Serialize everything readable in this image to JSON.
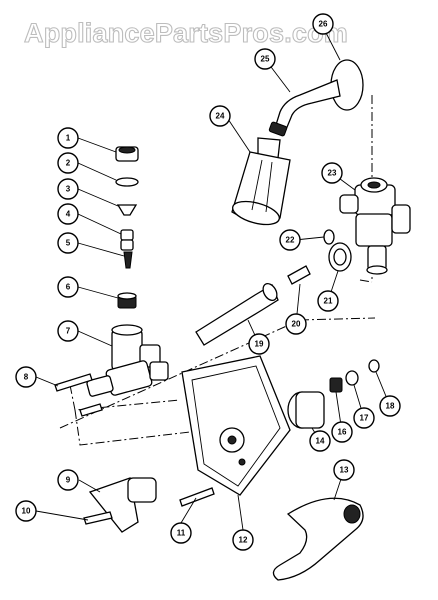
{
  "watermark": "AppliancePartsPros.com",
  "callouts": [
    {
      "label": "1"
    },
    {
      "label": "2"
    },
    {
      "label": "3"
    },
    {
      "label": "4"
    },
    {
      "label": "5"
    },
    {
      "label": "6"
    },
    {
      "label": "7"
    },
    {
      "label": "8"
    },
    {
      "label": "9"
    },
    {
      "label": "10"
    },
    {
      "label": "11"
    },
    {
      "label": "12"
    },
    {
      "label": "13"
    },
    {
      "label": "14"
    },
    {
      "label": "16"
    },
    {
      "label": "17"
    },
    {
      "label": "18"
    },
    {
      "label": "19"
    },
    {
      "label": "20"
    },
    {
      "label": "21"
    },
    {
      "label": "22"
    },
    {
      "label": "23"
    },
    {
      "label": "24"
    },
    {
      "label": "25"
    },
    {
      "label": "26"
    }
  ]
}
